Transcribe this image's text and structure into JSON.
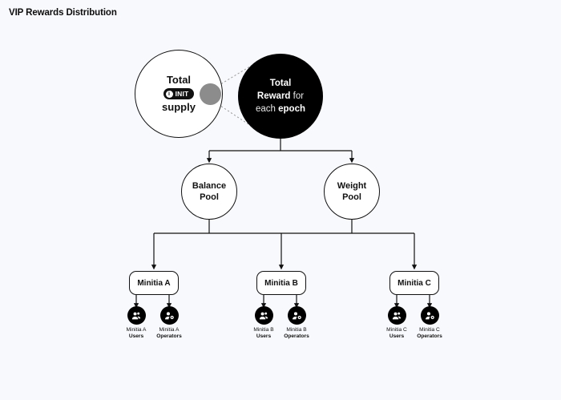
{
  "page": {
    "title": "VIP Rewards Distribution",
    "background_color": "#f8f9fc",
    "accent_color": "#000000",
    "slice_color": "#8c8c8c"
  },
  "diagram": {
    "total_supply": {
      "line1": "Total",
      "line3": "supply",
      "badge": {
        "symbol": "i",
        "label": "INIT",
        "icon": "init-token-icon"
      },
      "slice_name": "reward-slice"
    },
    "total_reward": {
      "line1_bold": "Total",
      "line2_bold": "Reward",
      "line2_regular": " for",
      "line3_regular": "each ",
      "line3_bold": "epoch"
    },
    "pools": [
      {
        "id": "balance-pool",
        "line1": "Balance",
        "line2": "Pool"
      },
      {
        "id": "weight-pool",
        "line1": "Weight",
        "line2": "Pool"
      }
    ],
    "minitias": [
      {
        "id": "minitia-a",
        "label": "Minitia A",
        "leaves": [
          {
            "id": "minitia-a-users",
            "icon": "users-icon",
            "line1": "Minitia A",
            "line2": "Users"
          },
          {
            "id": "minitia-a-operators",
            "icon": "operator-icon",
            "line1": "Minitia A",
            "line2": "Operators"
          }
        ]
      },
      {
        "id": "minitia-b",
        "label": "Minitia B",
        "leaves": [
          {
            "id": "minitia-b-users",
            "icon": "users-icon",
            "line1": "Minitia B",
            "line2": "Users"
          },
          {
            "id": "minitia-b-operators",
            "icon": "operator-icon",
            "line1": "Minitia B",
            "line2": "Operators"
          }
        ]
      },
      {
        "id": "minitia-c",
        "label": "Minitia C",
        "leaves": [
          {
            "id": "minitia-c-users",
            "icon": "users-icon",
            "line1": "Minitia C",
            "line2": "Users"
          },
          {
            "id": "minitia-c-operators",
            "icon": "operator-icon",
            "line1": "Minitia C",
            "line2": "Operators"
          }
        ]
      }
    ]
  }
}
